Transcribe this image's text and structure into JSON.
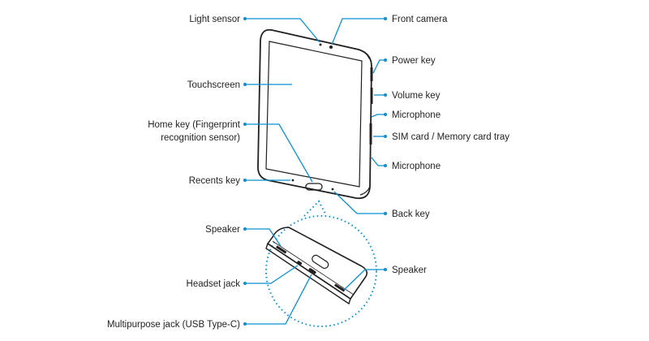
{
  "labels": {
    "light_sensor": "Light sensor",
    "front_camera": "Front camera",
    "power_key": "Power key",
    "touchscreen": "Touchscreen",
    "volume_key": "Volume key",
    "microphone_top": "Microphone",
    "home_key_line1": "Home key (Fingerprint",
    "home_key_line2": "recognition sensor)",
    "sim_tray": "SIM card / Memory card tray",
    "microphone_bottom": "Microphone",
    "recents_key": "Recents key",
    "back_key": "Back key",
    "speaker_left": "Speaker",
    "speaker_right": "Speaker",
    "headset_jack": "Headset jack",
    "multipurpose_jack": "Multipurpose jack (USB Type-C)"
  },
  "colors": {
    "leader": "#0a8fcf",
    "outline": "#231f20",
    "text": "#231f20"
  }
}
